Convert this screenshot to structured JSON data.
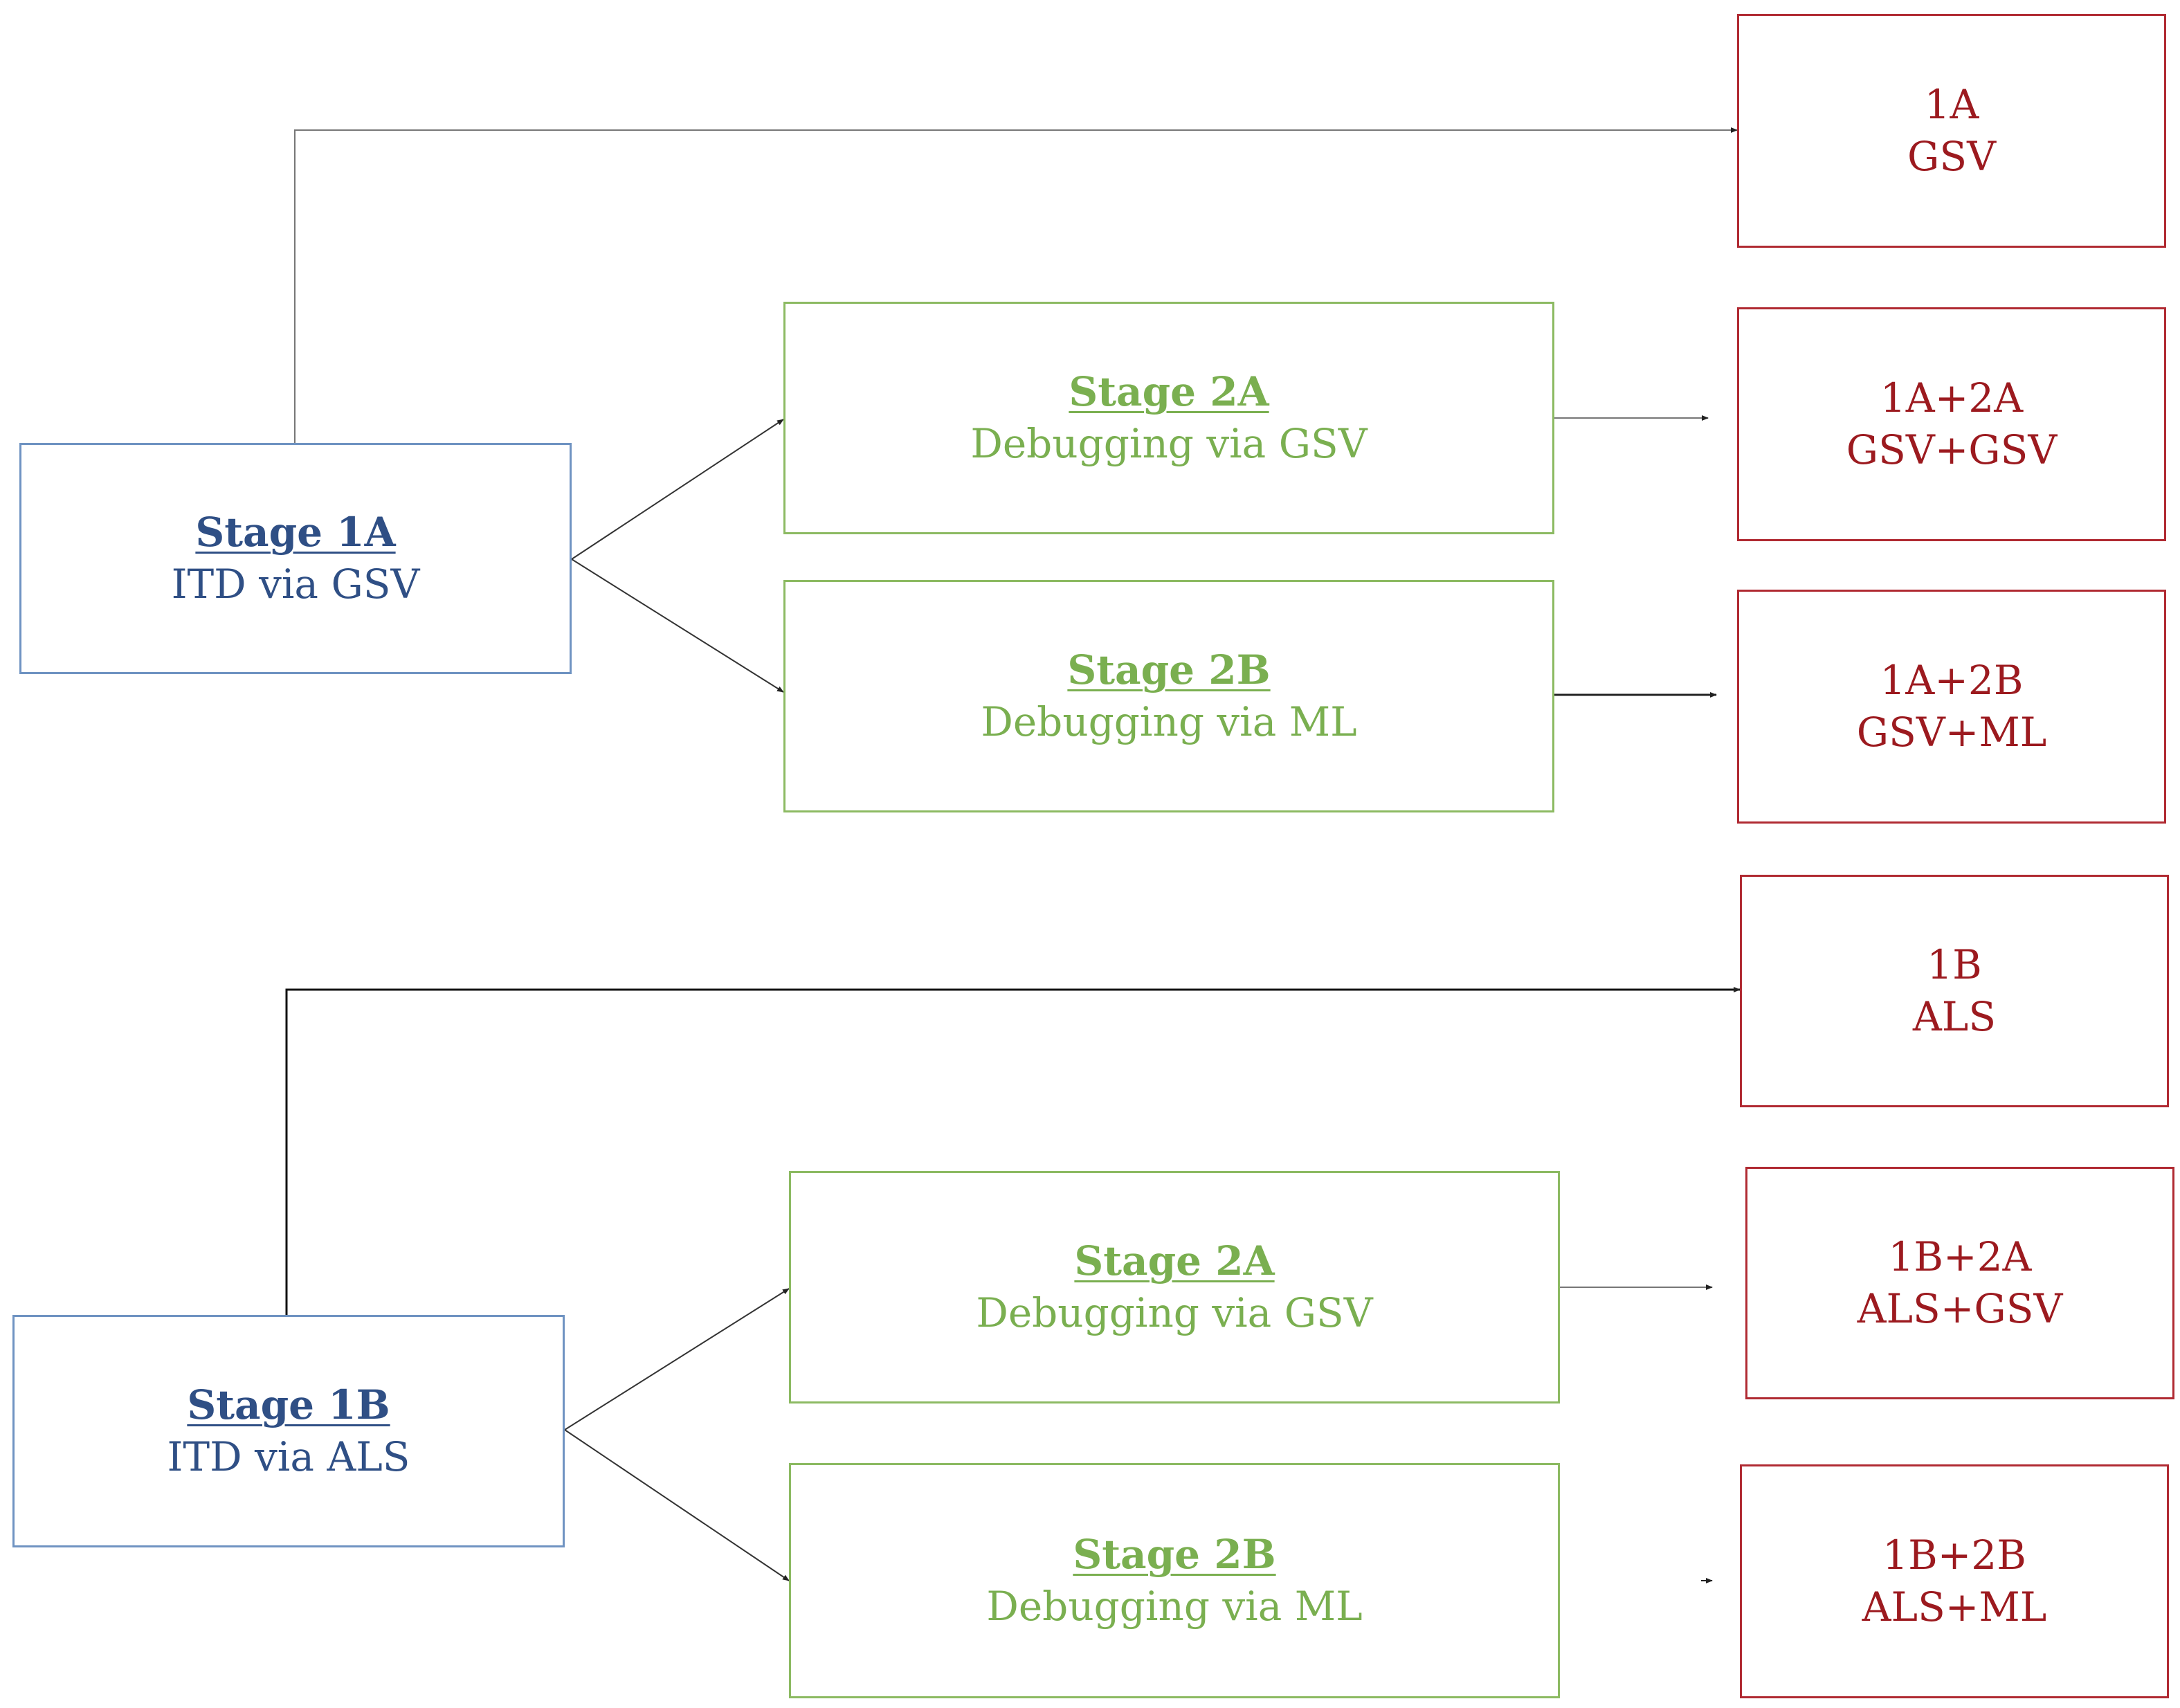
{
  "stage1a": {
    "title": "Stage 1A",
    "subtitle": "ITD via GSV"
  },
  "stage2a_top": {
    "title": "Stage 2A",
    "subtitle": "Debugging via GSV"
  },
  "stage2b_top": {
    "title": "Stage 2B",
    "subtitle": "Debugging via ML"
  },
  "result_1a": {
    "line1": "1A",
    "line2": "GSV"
  },
  "result_1a2a": {
    "line1": "1A+2A",
    "line2": "GSV+GSV"
  },
  "result_1a2b": {
    "line1": "1A+2B",
    "line2": "GSV+ML"
  },
  "stage1b": {
    "title": "Stage 1B",
    "subtitle": "ITD via ALS"
  },
  "stage2a_bottom": {
    "title": "Stage 2A",
    "subtitle": "Debugging via GSV"
  },
  "stage2b_bottom": {
    "title": "Stage 2B",
    "subtitle": "Debugging via ML"
  },
  "result_1b": {
    "line1": "1B",
    "line2": "ALS"
  },
  "result_1b2a": {
    "line1": "1B+2A",
    "line2": "ALS+GSV"
  },
  "result_1b2b": {
    "line1": "1B+2B",
    "line2": "ALS+ML"
  },
  "colors": {
    "stage1_border": "#6f93c2",
    "stage1_text": "#2f4f85",
    "stage2_border": "#8cba62",
    "stage2_text": "#7aaf50",
    "result_border": "#b02a32",
    "result_text": "#9c1a1f",
    "connector": "#222222"
  }
}
